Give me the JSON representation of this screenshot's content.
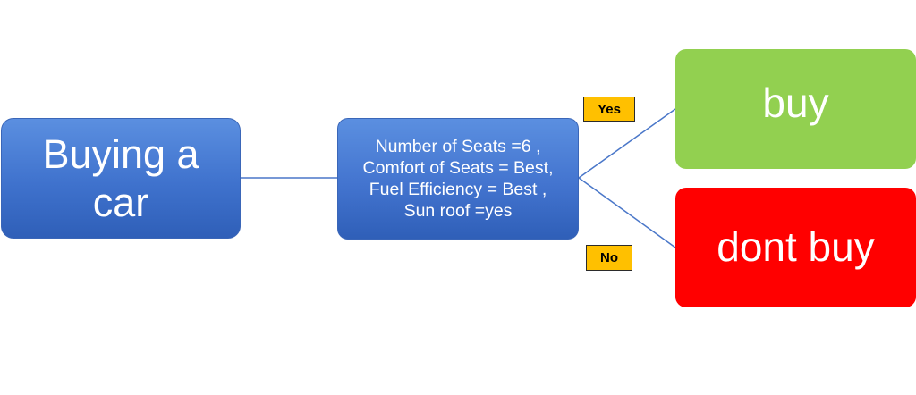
{
  "nodes": {
    "start": "Buying a car",
    "decision": "Number of Seats =6 ,\nComfort of Seats = Best,\nFuel Efficiency = Best ,\nSun roof =yes",
    "outcome_yes": "buy",
    "outcome_no": "dont buy"
  },
  "edges": {
    "yes_label": "Yes",
    "no_label": "No"
  },
  "colors": {
    "node_blue": "#4472c4",
    "node_green": "#92d050",
    "node_red": "#ff0000",
    "label_amber": "#ffc000",
    "connector": "#4a77c9"
  }
}
